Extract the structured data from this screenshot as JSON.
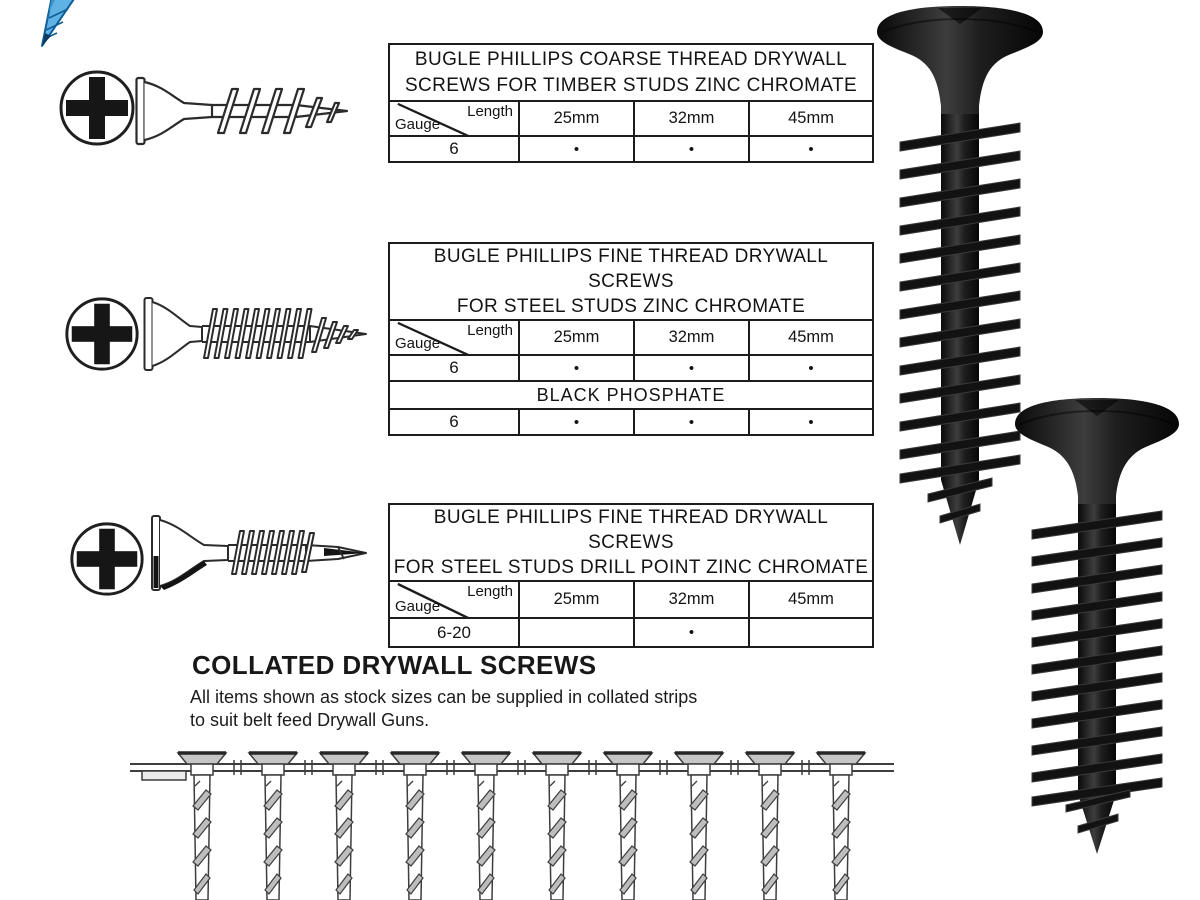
{
  "tables": [
    {
      "title_lines": [
        "BUGLE PHILLIPS COARSE THREAD DRYWALL",
        "SCREWS FOR TIMBER STUDS ZINC CHROMATE"
      ],
      "corner": {
        "gauge": "Gauge",
        "length": "Length"
      },
      "columns": [
        "25mm",
        "32mm",
        "45mm"
      ],
      "rows": [
        {
          "gauge": "6",
          "cells": [
            "•",
            "•",
            "•"
          ]
        }
      ]
    },
    {
      "title_lines": [
        "BUGLE PHILLIPS FINE THREAD DRYWALL SCREWS",
        "FOR STEEL STUDS ZINC CHROMATE"
      ],
      "corner": {
        "gauge": "Gauge",
        "length": "Length"
      },
      "columns": [
        "25mm",
        "32mm",
        "45mm"
      ],
      "band_label": "BLACK PHOSPHATE",
      "rows": [
        {
          "gauge": "6",
          "cells": [
            "•",
            "•",
            "•"
          ]
        },
        {
          "gauge": "6",
          "cells": [
            "•",
            "•",
            "•"
          ]
        }
      ]
    },
    {
      "title_lines": [
        "BUGLE PHILLIPS FINE THREAD DRYWALL SCREWS",
        "FOR STEEL STUDS DRILL POINT ZINC CHROMATE"
      ],
      "corner": {
        "gauge": "Gauge",
        "length": "Length"
      },
      "columns": [
        "25mm",
        "32mm",
        "45mm"
      ],
      "rows": [
        {
          "gauge": "6-20",
          "cells": [
            "",
            "•",
            ""
          ]
        }
      ]
    }
  ],
  "collated": {
    "heading": "COLLATED DRYWALL SCREWS",
    "description_line1": "All items shown as stock sizes can be supplied in collated strips",
    "description_line2": "to suit belt feed Drywall Guns.",
    "screw_count": 10
  },
  "colors": {
    "table_border": "#1c1c1c",
    "line_art": "#2b2b2b",
    "screw_black": "#0b0b0b",
    "blue_screw": "#5fb3e4",
    "blue_screw_dark": "#0e5d97"
  }
}
